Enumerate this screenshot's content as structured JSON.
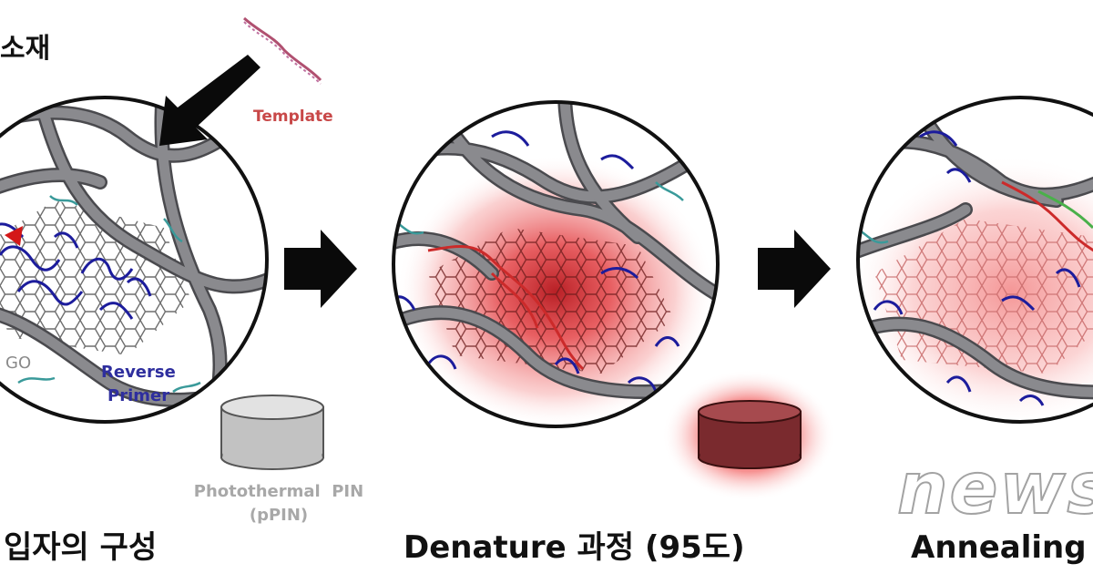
{
  "labels": {
    "top_left_partial": "소재",
    "template": "Template",
    "go": "GO",
    "reverse": "Reverse",
    "primer": "Primer",
    "pin_line1": "Photothermal  PIN",
    "pin_line2": "(pPIN)"
  },
  "captions": {
    "step1": "입자의 구성",
    "step2": "Denature 과정 (95도)",
    "step3": "Annealing 과"
  },
  "watermark": "news",
  "colors": {
    "fiber": "#7a7a7e",
    "fiber_edge": "#4a4a4e",
    "primer": "#1c1c9c",
    "template": "#cc2a2a",
    "teal": "#3a9a9a",
    "heat": "#e21a1a",
    "pin_cold": "#bfbfbf",
    "pin_hot": "#7a2a2e",
    "text_red": "#c84848",
    "text_blue": "#2e2e9e"
  }
}
